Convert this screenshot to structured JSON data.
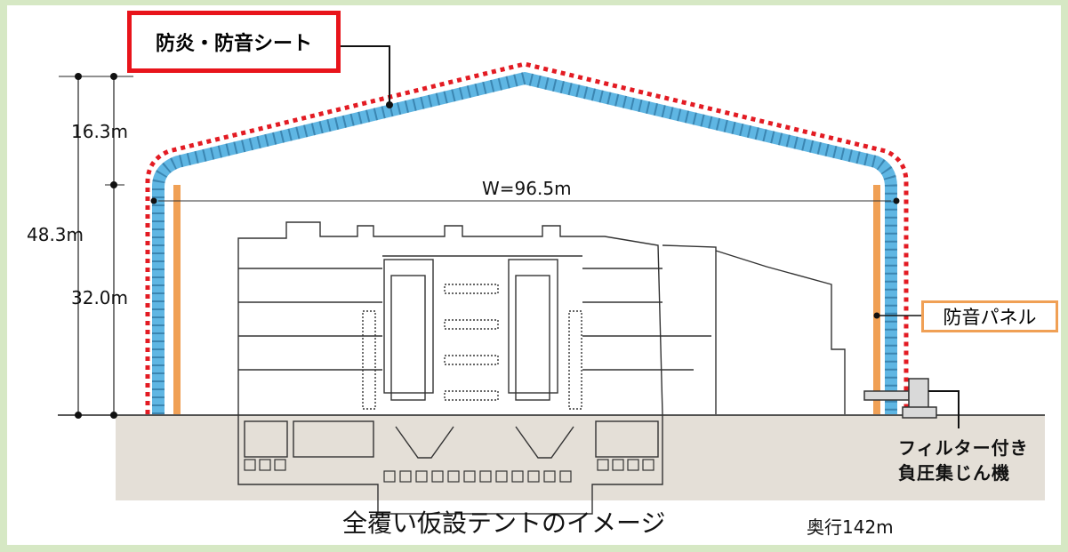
{
  "labels": {
    "sheet": "防炎・防音シート",
    "panel": "防音パネル",
    "width": "W=96.5m",
    "total_height": "48.3m",
    "roof_height": "16.3m",
    "wall_height": "32.0m",
    "filter_line1": "フィルター付き",
    "filter_line2": "負圧集じん機",
    "caption": "全覆い仮設テントのイメージ",
    "depth": "奥行142m"
  },
  "colors": {
    "frame_border": "#d6e8c4",
    "truss": "#5fb6e3",
    "sheet_dots": "#e31b23",
    "panel": "#f0a055",
    "ground": "#e4dfd7",
    "title_border": "#e8141b"
  }
}
